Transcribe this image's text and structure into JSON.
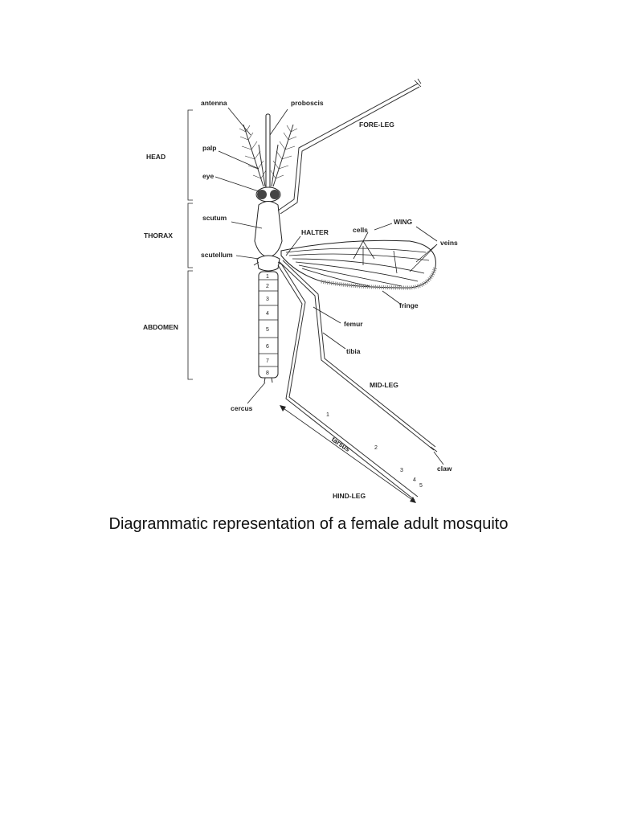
{
  "caption": "Diagrammatic representation of a female adult mosquito",
  "labels": {
    "antenna": "antenna",
    "proboscis": "proboscis",
    "fore_leg": "FORE-LEG",
    "head": "HEAD",
    "palp": "palp",
    "eye": "eye",
    "scutum": "scutum",
    "thorax": "THORAX",
    "halter": "HALTER",
    "cells": "cells",
    "wing": "WING",
    "veins": "veins",
    "scutellum": "scutellum",
    "fringe": "fringe",
    "abdomen": "ABDOMEN",
    "femur": "femur",
    "tibia": "tibia",
    "mid_leg": "MID-LEG",
    "cercus": "cercus",
    "tarsus": "tarsus",
    "claw": "claw",
    "hind_leg": "HIND-LEG"
  },
  "segments": [
    "1",
    "2",
    "3",
    "4",
    "5",
    "6",
    "7",
    "8"
  ],
  "tarsus_numbers": [
    "1",
    "2",
    "3",
    "4",
    "5"
  ]
}
